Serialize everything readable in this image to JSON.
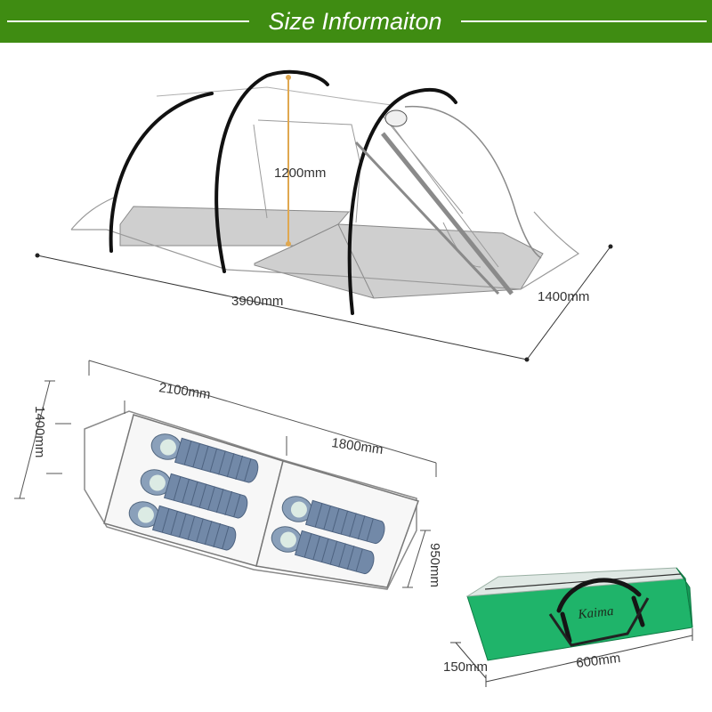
{
  "header": {
    "title": "Size Informaiton"
  },
  "tent": {
    "length": "3900mm",
    "width": "1400mm",
    "height": "1200mm"
  },
  "floor_plan": {
    "total_length": "2100mm",
    "inner_length": "1800mm",
    "width": "1400mm",
    "end_width": "950mm"
  },
  "bag": {
    "brand": "Kaima",
    "length": "600mm",
    "diameter": "150mm"
  },
  "colors": {
    "banner": "#3f8c12",
    "bag": "#1fb46a",
    "sleeping_bag": "#7289a8",
    "height_marker": "#e0a850"
  }
}
